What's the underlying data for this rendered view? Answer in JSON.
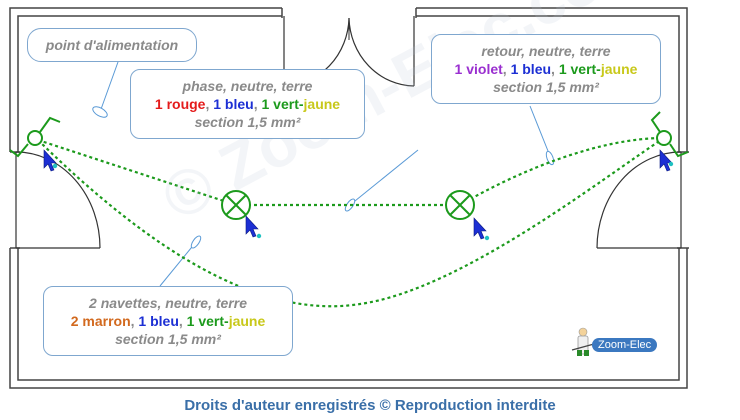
{
  "callouts": {
    "power_point": {
      "label": "point d'alimentation"
    },
    "supply_cable": {
      "line1": "phase, neutre, terre",
      "line2": {
        "parts": [
          {
            "text": "1 rouge",
            "color": "#e41b1b"
          },
          {
            "text": ", ",
            "color": "#8a8a8a"
          },
          {
            "text": "1 bleu",
            "color": "#1c2fd4"
          },
          {
            "text": ", ",
            "color": "#8a8a8a"
          },
          {
            "text": "1 vert-",
            "color": "#1c9a1c"
          },
          {
            "text": "jaune",
            "color": "#c8c81a"
          }
        ]
      },
      "line3": "section 1,5 mm²"
    },
    "return_cable": {
      "line1": "retour, neutre, terre",
      "line2": {
        "parts": [
          {
            "text": "1 violet",
            "color": "#9a2fd0"
          },
          {
            "text": ", ",
            "color": "#8a8a8a"
          },
          {
            "text": "1 bleu",
            "color": "#1c2fd4"
          },
          {
            "text": ", ",
            "color": "#8a8a8a"
          },
          {
            "text": "1 vert-",
            "color": "#1c9a1c"
          },
          {
            "text": "jaune",
            "color": "#c8c81a"
          }
        ]
      },
      "line3": "section 1,5 mm²"
    },
    "traveler_cable": {
      "line1": "2 navettes, neutre, terre",
      "line2": {
        "parts": [
          {
            "text": "2 marron",
            "color": "#d2691e"
          },
          {
            "text": ", ",
            "color": "#8a8a8a"
          },
          {
            "text": "1 bleu",
            "color": "#1c2fd4"
          },
          {
            "text": ", ",
            "color": "#8a8a8a"
          },
          {
            "text": "1 vert-",
            "color": "#1c9a1c"
          },
          {
            "text": "jaune",
            "color": "#c8c81a"
          }
        ]
      },
      "line3": "section 1,5 mm²"
    }
  },
  "logo": {
    "text": "Zoom-Elec"
  },
  "watermark": {
    "text": "© Zoom-Elec.com"
  },
  "footer": {
    "text": "Droits d'auteur enregistrés © Reproduction interdite"
  },
  "colors": {
    "wire": "#1c9a1c",
    "wall": "#444444",
    "leader": "#5a9ad6",
    "fixture": "#1c9a1c",
    "cursor": "#1c2fd4",
    "footer": "#3a6fa8"
  },
  "icons": [
    "light-fixture-icon",
    "switch-icon",
    "cursor-icon",
    "electrician-icon"
  ]
}
